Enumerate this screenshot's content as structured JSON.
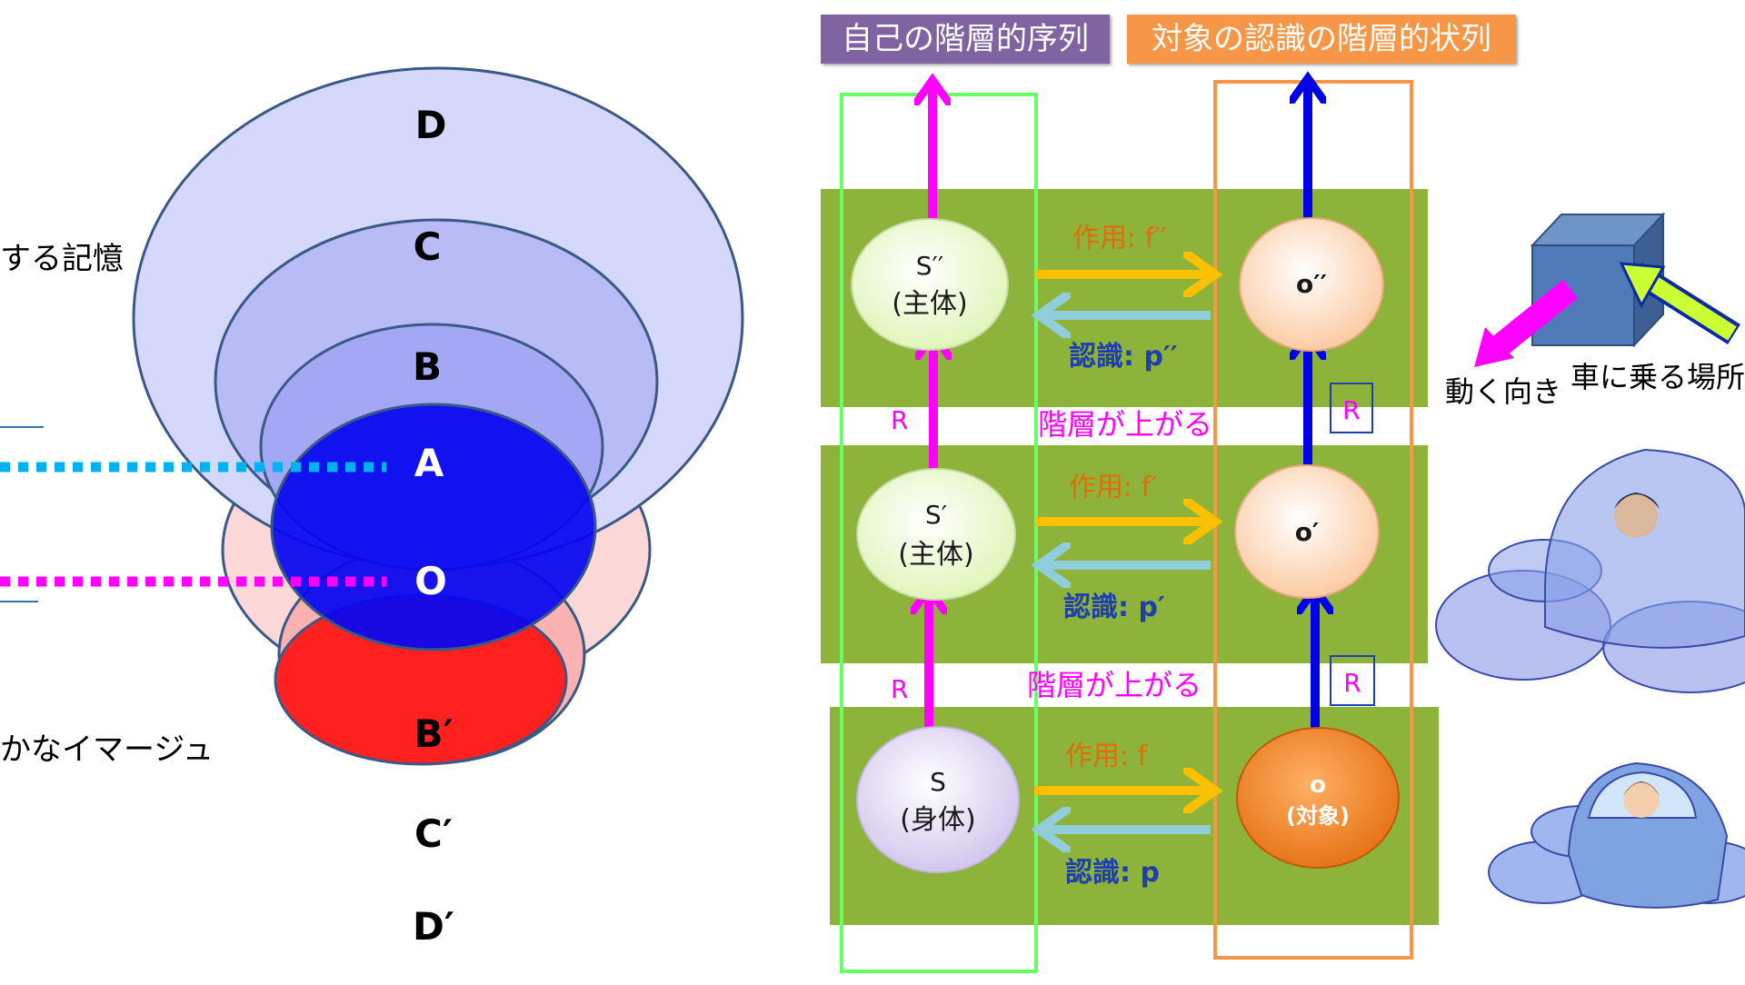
{
  "cone": {
    "layers": [
      "D",
      "C",
      "B",
      "A",
      "O",
      "B′",
      "C′",
      "D′"
    ],
    "side_labels": [
      "する記憶",
      "かなイマージュ"
    ]
  },
  "headers": {
    "self_series": "自己の階層的序列",
    "object_series": "対象の認識の階層的状列"
  },
  "levels": [
    {
      "subject_id": "S′′",
      "subject_role": "(主体)",
      "object_id": "o′′",
      "object_role": "",
      "action": "作用: f′′",
      "recognition": "認識: p′′"
    },
    {
      "subject_id": "S′",
      "subject_role": "(主体)",
      "object_id": "o′",
      "object_role": "",
      "action": "作用: f′",
      "recognition": "認識: p′"
    },
    {
      "subject_id": "S",
      "subject_role": "(身体)",
      "object_id": "o",
      "object_role": "(対象)",
      "action": "作用: f",
      "recognition": "認識: p"
    }
  ],
  "between": {
    "rise_label": "階層が上がる",
    "r_label": "R"
  },
  "right_panel": {
    "move_direction": "動く向き",
    "boarding_place": "車に乗る場所"
  },
  "colors": {
    "self_header": "#8064a2",
    "object_header": "#f79646",
    "band": "#8db33a",
    "magenta": "#ff00ff",
    "blue": "#0000e6",
    "action_arrow": "#ffc000",
    "recognition_arrow": "#92cddc",
    "self_frame": "#66ff66",
    "object_frame": "#f79646"
  },
  "icons": [
    "cube-icon",
    "flying-car-icon"
  ]
}
